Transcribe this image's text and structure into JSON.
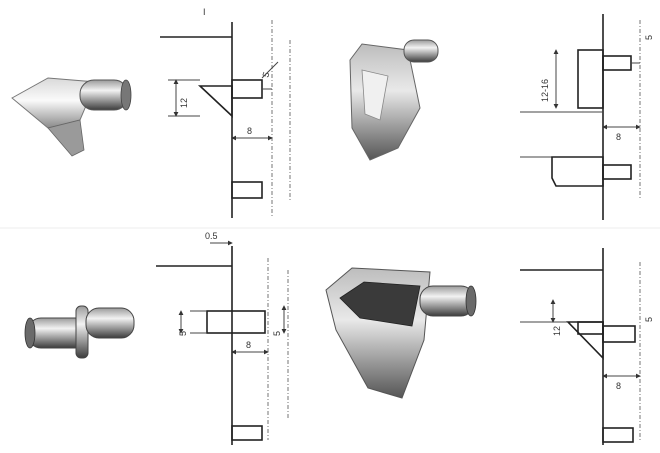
{
  "figure": {
    "panels": [
      {
        "id": "1",
        "dimensions": {
          "diameter": "5",
          "height": "12",
          "depth": "8"
        }
      },
      {
        "id": "2",
        "dimensions": {
          "diameter": "5",
          "height": "12-16",
          "depth": "8"
        }
      },
      {
        "id": "3",
        "dimensions": {
          "offset": "0.5",
          "left_dia": "5",
          "right_dia": "5",
          "depth": "8"
        }
      },
      {
        "id": "4",
        "dimensions": {
          "diameter": "5",
          "height": "12",
          "depth": "8"
        }
      }
    ],
    "marker": "I"
  }
}
